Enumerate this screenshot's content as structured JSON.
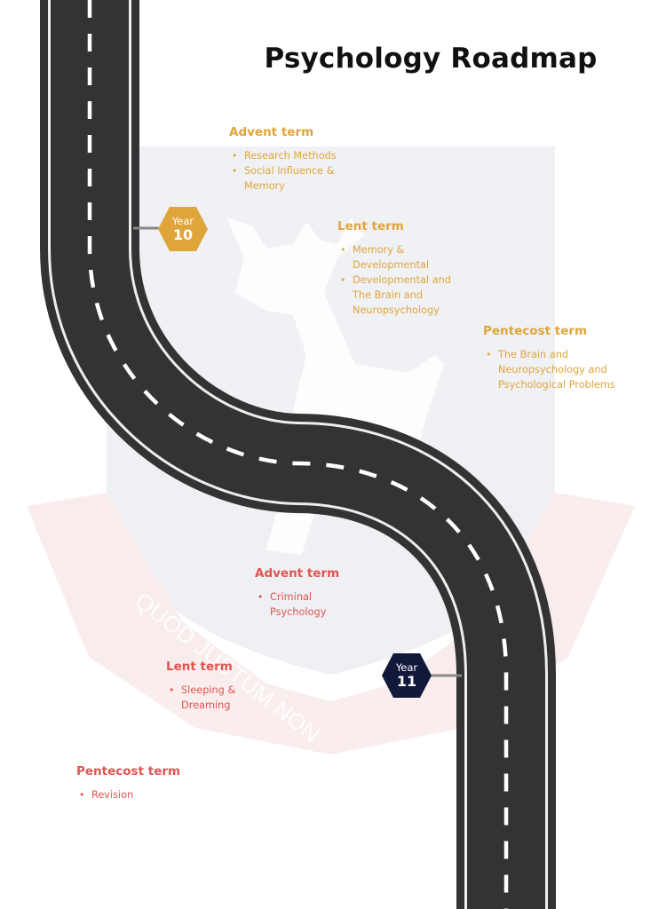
{
  "title": "Psychology Roadmap",
  "crest": {
    "motto": "QUOD JUSTUM NON"
  },
  "colors": {
    "year10": "#e0a53a",
    "year11": "#e05450",
    "year11_badge": "#12183a",
    "road": "#333333"
  },
  "years": [
    {
      "label": "Year",
      "number": "10",
      "terms": [
        {
          "name": "Advent term",
          "items": [
            "Research Methods",
            "Social Influence & Memory"
          ]
        },
        {
          "name": "Lent term",
          "items": [
            "Memory & Developmental",
            "Developmental and The Brain and Neuropsychology"
          ]
        },
        {
          "name": "Pentecost term",
          "items": [
            "The Brain and Neuropsychology and Psychological Problems"
          ]
        }
      ]
    },
    {
      "label": "Year",
      "number": "11",
      "terms": [
        {
          "name": "Advent term",
          "items": [
            "Criminal Psychology"
          ]
        },
        {
          "name": "Lent term",
          "items": [
            "Sleeping & Dreaming"
          ]
        },
        {
          "name": "Pentecost term",
          "items": [
            "Revision"
          ]
        }
      ]
    }
  ]
}
